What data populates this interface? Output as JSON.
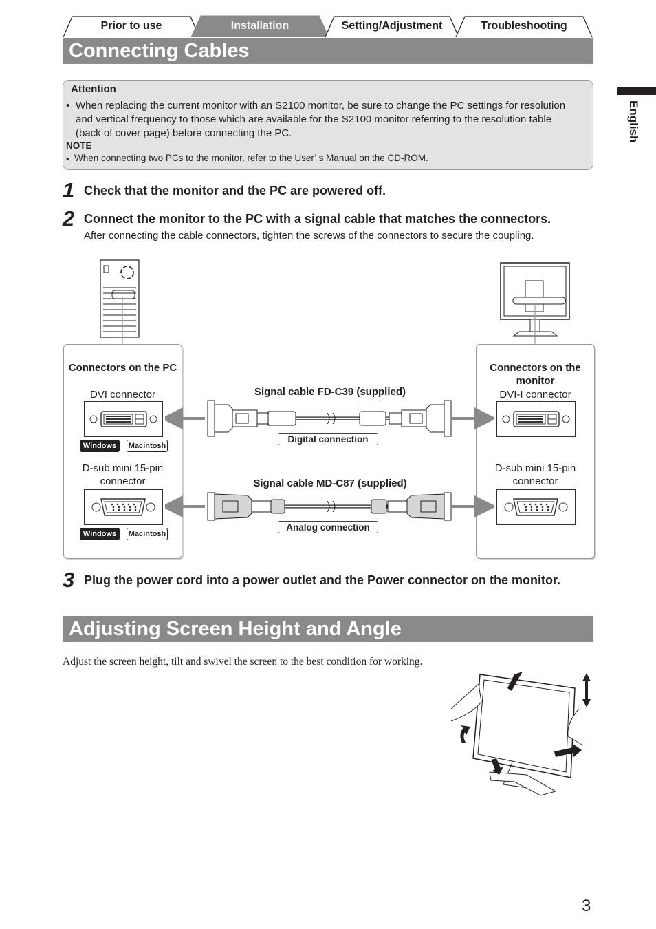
{
  "tabs": [
    {
      "label": "Prior to use"
    },
    {
      "label": "Installation"
    },
    {
      "label": "Setting/Adjustment"
    },
    {
      "label": "Troubleshooting"
    }
  ],
  "side_label": "English",
  "section1": {
    "title": "Connecting Cables"
  },
  "attention": {
    "heading": "Attention",
    "bullet": "When replacing the current monitor with an S2100 monitor, be sure to change the PC settings for resolution and vertical frequency to those which are available for the S2100 monitor referring to the resolution table (back of cover page) before connecting the PC.",
    "note_heading": "NOTE",
    "note_bullet": "When connecting two PCs to the monitor, refer to the User’ s Manual on the CD-ROM."
  },
  "steps": [
    {
      "num": "1",
      "text": "Check that the monitor and the PC are powered off."
    },
    {
      "num": "2",
      "text": "Connect the monitor to the PC with a signal cable that matches the connectors.",
      "detail": "After connecting the cable connectors, tighten the screws of the connectors to secure the coupling."
    },
    {
      "num": "3",
      "text": "Plug the power cord into a power outlet and the Power connector on the monitor."
    }
  ],
  "diagram": {
    "pc_panel": {
      "title": "Connectors on the PC",
      "dvi": "DVI connector",
      "dsub": "D-sub mini 15-pin connector",
      "badge_windows": "Windows",
      "badge_mac": "Macintosh"
    },
    "monitor_panel": {
      "title": "Connectors on the monitor",
      "dvi": "DVI-I connector",
      "dsub": "D-sub mini 15-pin connector"
    },
    "digital_cable": "Signal cable FD-C39 (supplied)",
    "digital_label": "Digital connection",
    "analog_cable": "Signal cable MD-C87 (supplied)",
    "analog_label": "Analog connection"
  },
  "section2": {
    "title": "Adjusting Screen Height and Angle",
    "body": "Adjust the screen height, tilt and swivel the screen to the best condition for working."
  },
  "page_number": "3",
  "colors": {
    "header_gray": "#8a8a8a",
    "attention_bg": "#e3e3e3",
    "side_tab": "#231f20"
  }
}
